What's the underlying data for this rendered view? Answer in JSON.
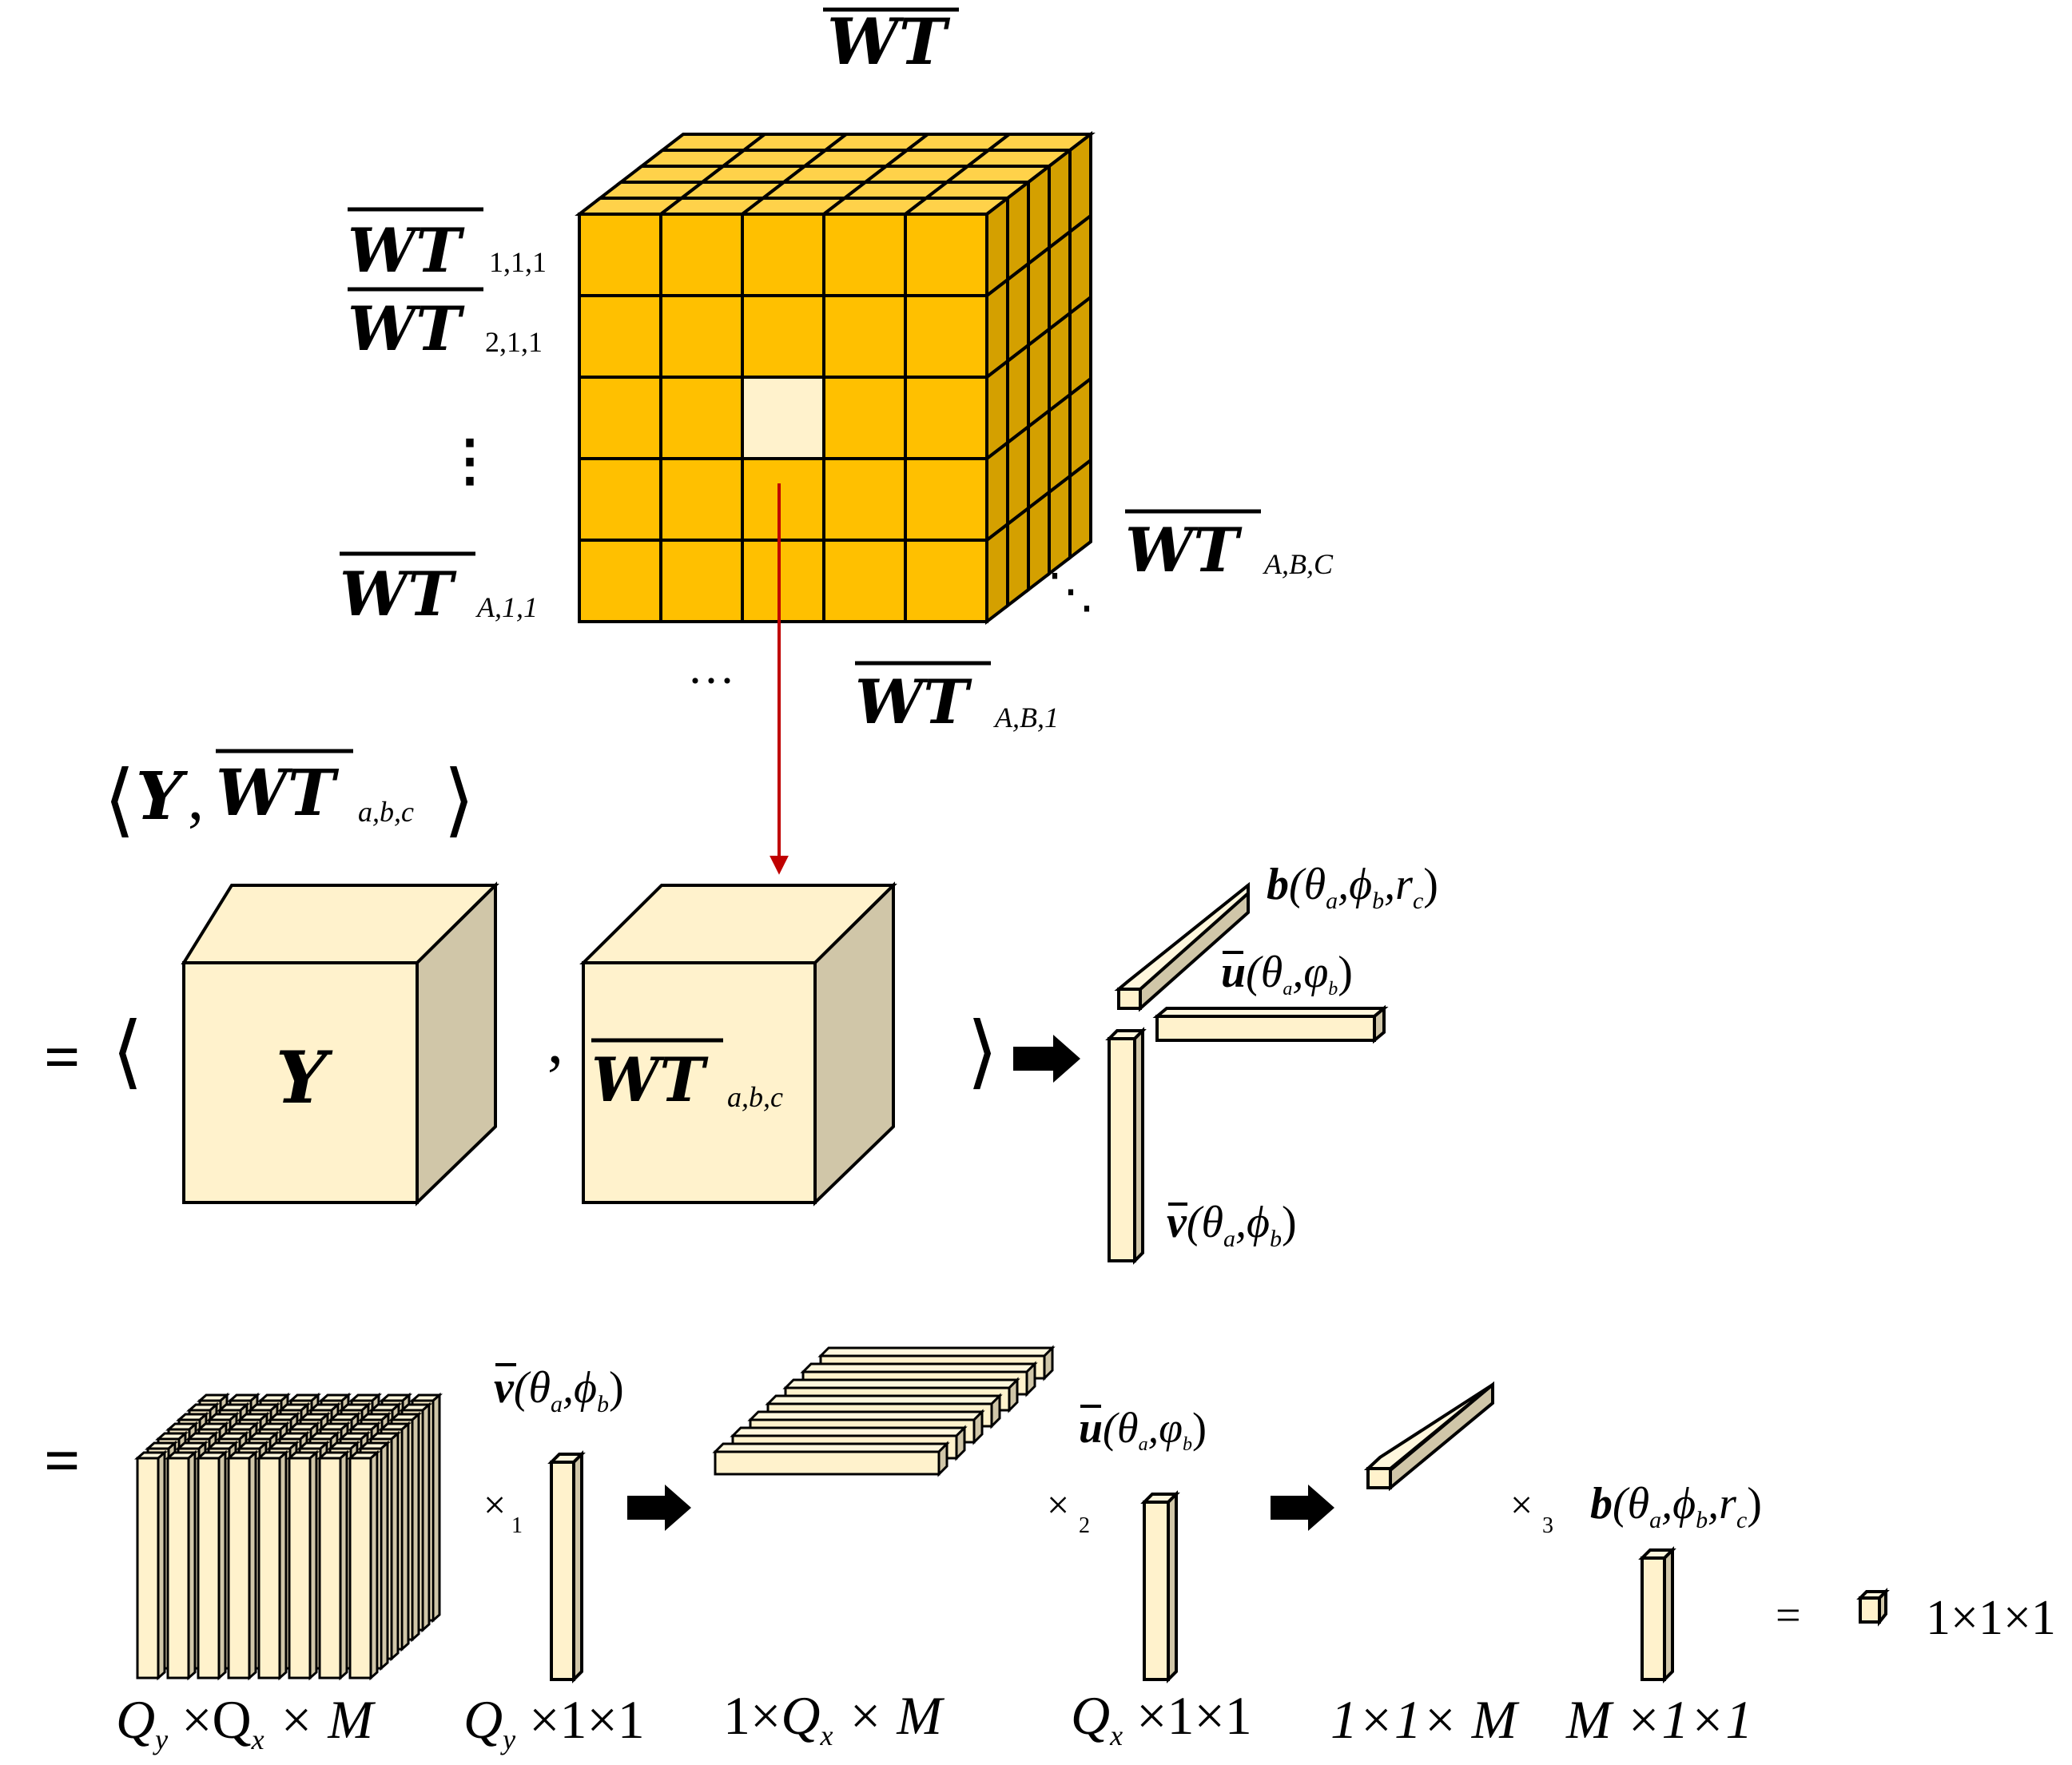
{
  "colors": {
    "cube_front": "#FFC000",
    "cube_top": "#FFD24A",
    "cube_side": "#D4A000",
    "highlight_cell": "#FFF2CC",
    "slab_front": "#FFF2CC",
    "slab_top": "#FFF7DD",
    "slab_side": "#D0C6A8",
    "arrow_red": "#C00000",
    "stroke": "#000000"
  },
  "top_cube": {
    "grid": "5x5x5",
    "top_label": "WT",
    "left_labels": [
      {
        "base": "WT",
        "sub": "1,1,1"
      },
      {
        "base": "WT",
        "sub": "2,1,1"
      },
      {
        "base": "",
        "sub": "",
        "glyph": "⋮"
      },
      {
        "base": "WT",
        "sub": "A,1,1"
      }
    ],
    "right_label": {
      "base": "WT",
      "sub": "A,B,C"
    },
    "bottom_label": {
      "base": "WT",
      "sub": "A,B,1"
    },
    "bottom_dots": "···",
    "side_dots": "⋱"
  },
  "inner_product": {
    "open": "⟨",
    "y": "Y",
    "comma": ",",
    "wt": "WT",
    "sub": "a,b,c",
    "close": "⟩"
  },
  "row2": {
    "equals": "=",
    "open": "⟨",
    "cube1_label": "Y",
    "comma": ",",
    "cube2_label": "WT",
    "cube2_sub": "a,b,c",
    "close": "⟩",
    "arrow": "➡",
    "b_label": {
      "vec": "b",
      "args": "(θ",
      "a": "a",
      "s1": ",ϕ",
      "b": "b",
      "s2": ",r",
      "c": "c",
      "end": ")"
    },
    "u_label": {
      "vec": "u",
      "args": "(θ",
      "a": "a",
      "s1": ",φ",
      "b": "b",
      "end": ")"
    },
    "v_label": {
      "vec": "v",
      "args": "(θ",
      "a": "a",
      "s1": ",ϕ",
      "b": "b",
      "end": ")"
    }
  },
  "row3": {
    "equals": "=",
    "times1": "×",
    "times1_sub": "1",
    "times2": "×",
    "times2_sub": "2",
    "times3": "×",
    "times3_sub": "3",
    "equals2": "=",
    "result_dims": "1×1×1",
    "v_label": {
      "vec": "v",
      "args": "(θ",
      "a": "a",
      "s1": ",ϕ",
      "b": "b",
      "end": ")"
    },
    "u_label": {
      "vec": "u",
      "args": "(θ",
      "a": "a",
      "s1": ",φ",
      "b": "b",
      "end": ")"
    },
    "b_label": {
      "vec": "b",
      "args": "(θ",
      "a": "a",
      "s1": ",ϕ",
      "b": "b",
      "s2": ",r",
      "c": "c",
      "end": ")"
    },
    "dims": {
      "d1": {
        "a": "Q",
        "as": "y",
        "b": " ×Q",
        "bs": "x",
        "c": " × M"
      },
      "d2": {
        "a": "Q",
        "as": "y",
        "rest": " ×1×1"
      },
      "d3": {
        "pre": "1×",
        "a": "Q",
        "as": "x",
        "rest": " × M"
      },
      "d4": {
        "a": "Q",
        "as": "x",
        "rest": " ×1×1"
      },
      "d5": {
        "text": "1×1× M"
      },
      "d6": {
        "text": "M ×1×1"
      }
    }
  }
}
